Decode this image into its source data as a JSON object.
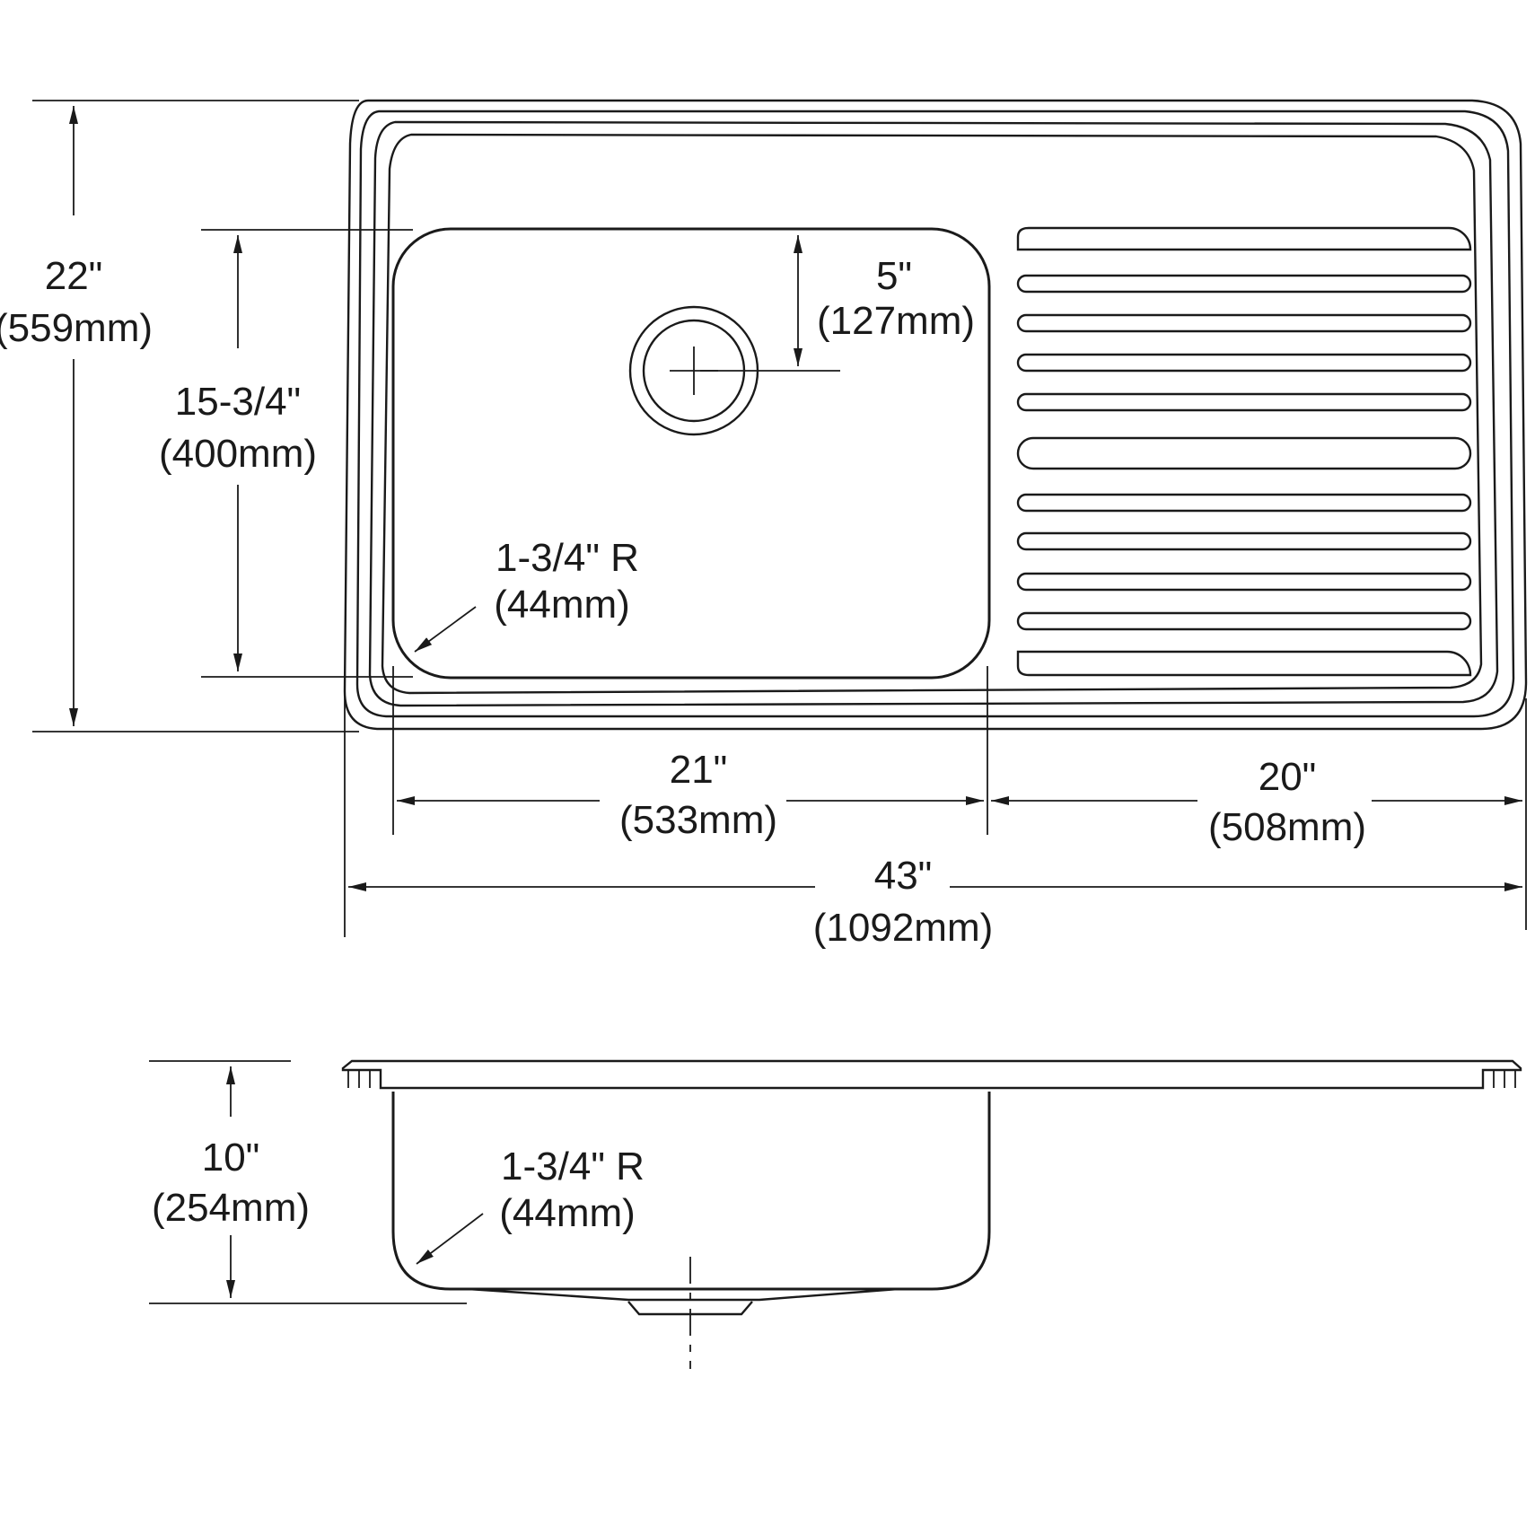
{
  "colors": {
    "line": "#1a1a1a",
    "background": "#ffffff"
  },
  "top_view": {
    "overall_depth": {
      "inch": "22\"",
      "mm": "(559mm)"
    },
    "bowl_depth": {
      "inch": "15-3/4\"",
      "mm": "(400mm)"
    },
    "drain_offset": {
      "inch": "5\"",
      "mm": "(127mm)"
    },
    "corner_radius": {
      "inch": "1-3/4\" R",
      "mm": "(44mm)"
    },
    "bowl_width": {
      "inch": "21\"",
      "mm": "(533mm)"
    },
    "drainboard_width": {
      "inch": "20\"",
      "mm": "(508mm)"
    },
    "overall_width": {
      "inch": "43\"",
      "mm": "(1092mm)"
    }
  },
  "side_view": {
    "bowl_height": {
      "inch": "10\"",
      "mm": "(254mm)"
    },
    "corner_radius": {
      "inch": "1-3/4\" R",
      "mm": "(44mm)"
    }
  }
}
